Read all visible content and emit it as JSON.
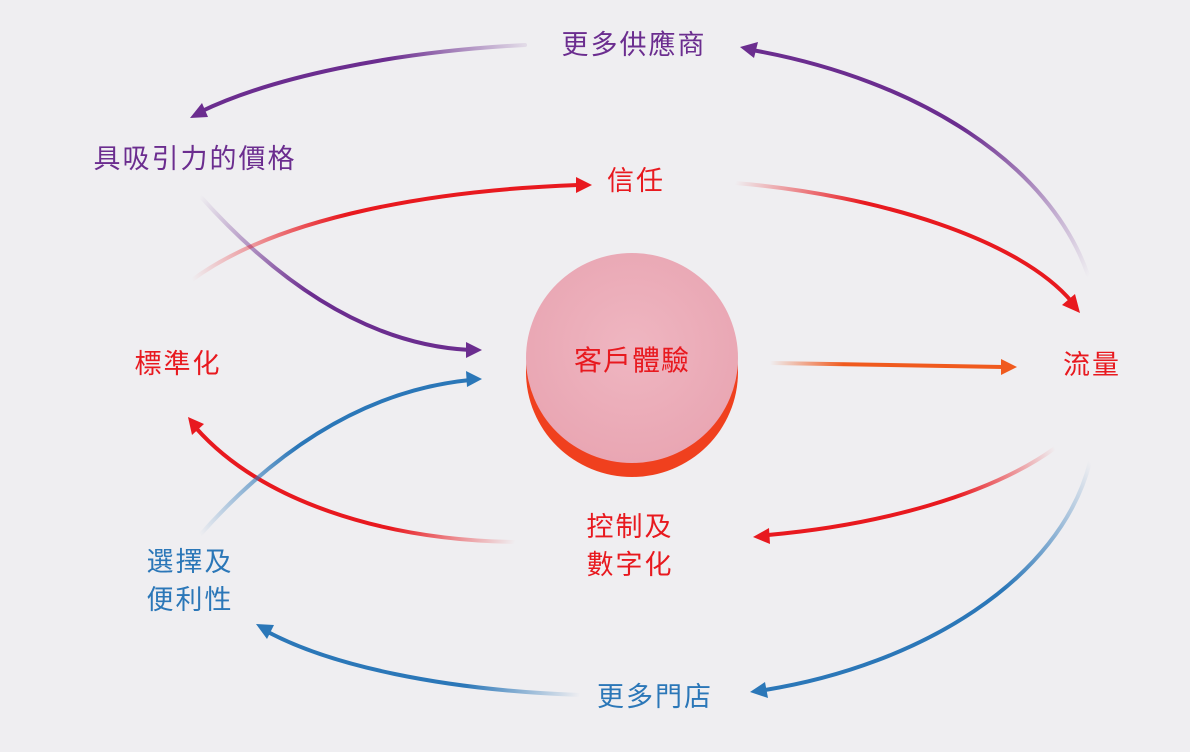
{
  "colors": {
    "background": "#efeef1",
    "purple": "#6b2d8f",
    "red": "#e8191f",
    "blue": "#2b77b8",
    "orange": "#f05a1e",
    "circle_fill": "#edb2be",
    "circle_edge": "#f0401e"
  },
  "center": {
    "label": "客戶體驗"
  },
  "nodes": {
    "more_suppliers": "更多供應商",
    "attractive_price": "具吸引力的價格",
    "trust": "信任",
    "standardization": "標準化",
    "traffic": "流量",
    "control_line1": "控制及",
    "control_line2": "數字化",
    "choice_line1": "選擇及",
    "choice_line2": "便利性",
    "more_stores": "更多門店"
  }
}
